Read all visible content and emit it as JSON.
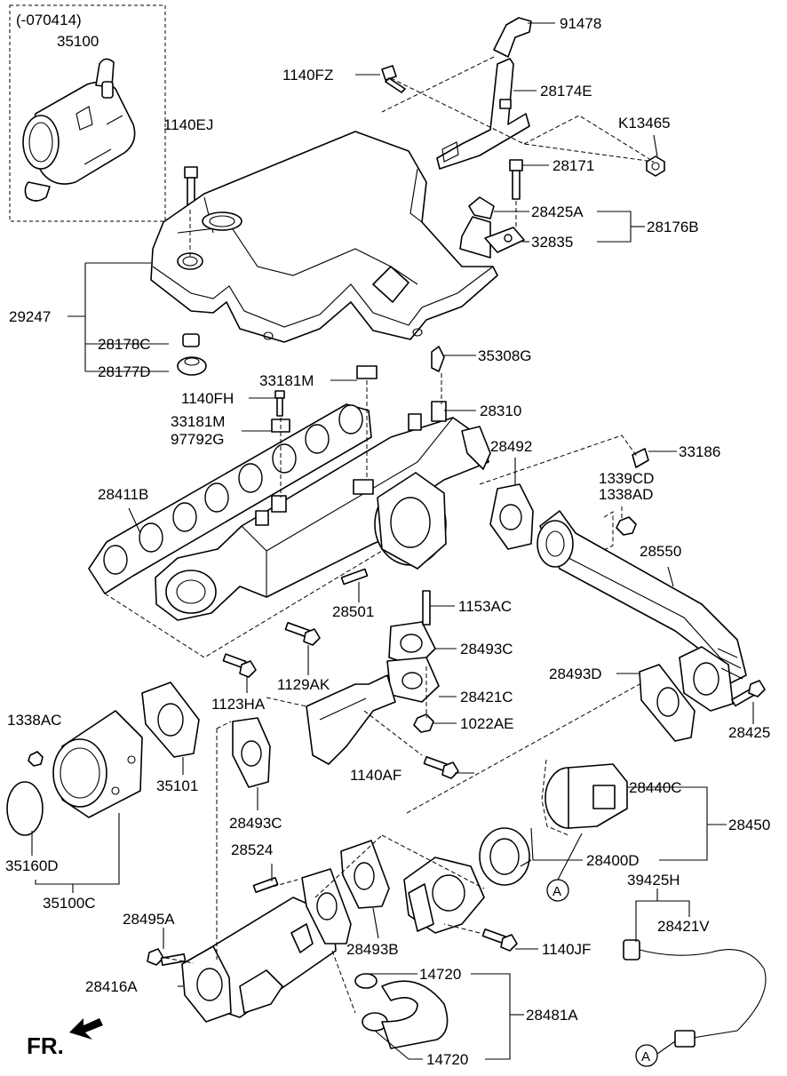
{
  "diagram": {
    "variant_note": "(-070414)",
    "labels": {
      "p35100": "35100",
      "p91478": "91478",
      "p1140FZ": "1140FZ",
      "p28174E": "28174E",
      "p1140EJ": "1140EJ",
      "pK13465": "K13465",
      "p28171": "28171",
      "p28425A": "28425A",
      "p28176B": "28176B",
      "p32835": "32835",
      "p29247": "29247",
      "p28178C": "28178C",
      "p28177D": "28177D",
      "p35308G": "35308G",
      "p33181M_a": "33181M",
      "p1140FH": "1140FH",
      "p28310": "28310",
      "p33181M_b": "33181M",
      "p97792G": "97792G",
      "p28492": "28492",
      "p33186": "33186",
      "p1339CD": "1339CD",
      "p1338AD": "1338AD",
      "p28411B": "28411B",
      "p28550": "28550",
      "p28501": "28501",
      "p1153AC": "1153AC",
      "p28493C_a": "28493C",
      "p1129AK": "1129AK",
      "p28493D": "28493D",
      "p1123HA": "1123HA",
      "p28421C": "28421C",
      "p1338AC": "1338AC",
      "p1022AE": "1022AE",
      "p28425": "28425",
      "p35101": "35101",
      "p1140AF": "1140AF",
      "p28493C_b": "28493C",
      "p28440C": "28440C",
      "p28450": "28450",
      "p35160D": "35160D",
      "p28524": "28524",
      "p28400D": "28400D",
      "p35100C": "35100C",
      "p39425H": "39425H",
      "p28495A": "28495A",
      "p28421V": "28421V",
      "p28493B": "28493B",
      "p1140JF": "1140JF",
      "p14720_a": "14720",
      "p28416A": "28416A",
      "p28481A": "28481A",
      "p14720_b": "14720",
      "ref_a1": "A",
      "ref_a2": "A",
      "direction": "FR."
    }
  }
}
